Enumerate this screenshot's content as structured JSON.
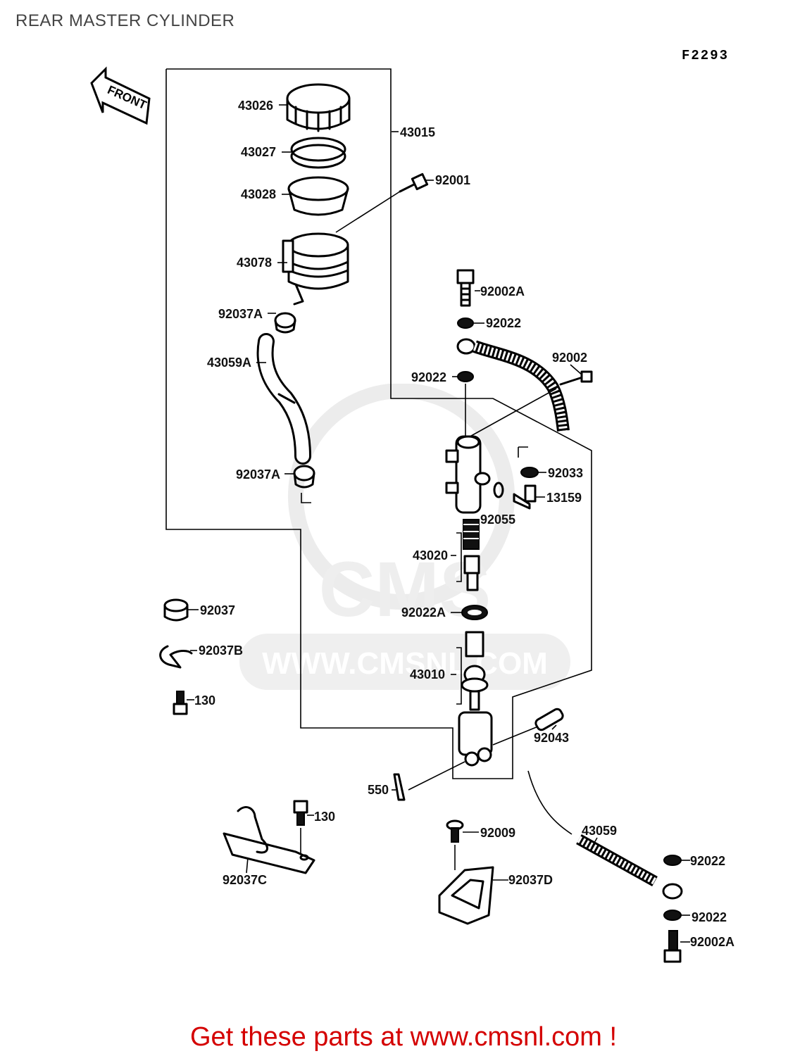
{
  "title": "REAR MASTER CYLINDER",
  "diagram_code": "F2293",
  "front_arrow_label": "FRONT",
  "watermark": {
    "logo_text": "CMS",
    "url_text": "WWW.CMSNL.COM"
  },
  "footer": {
    "text": "Get these parts at www.cmsnl.com !",
    "color": "#d40000"
  },
  "parts": {
    "p43026": "43026",
    "p43027": "43027",
    "p43015": "43015",
    "p43028": "43028",
    "p92001": "92001",
    "p43078": "43078",
    "p92002A_top": "92002A",
    "p92037A_top": "92037A",
    "p92022_top": "92022",
    "p43059A": "43059A",
    "p92002": "92002",
    "p92022_mid": "92022",
    "p92033": "92033",
    "p92037A_bottom": "92037A",
    "p13159": "13159",
    "p92055": "92055",
    "p43020": "43020",
    "p92037": "92037",
    "p92022A": "92022A",
    "p92037B": "92037B",
    "p43010": "43010",
    "p130_left": "130",
    "p92043": "92043",
    "p550": "550",
    "p130_bracket": "130",
    "p92009": "92009",
    "p43059": "43059",
    "p92037C": "92037C",
    "p92037D": "92037D",
    "p92022_r1": "92022",
    "p92022_r2": "92022",
    "p92002A_bottom": "92002A"
  }
}
